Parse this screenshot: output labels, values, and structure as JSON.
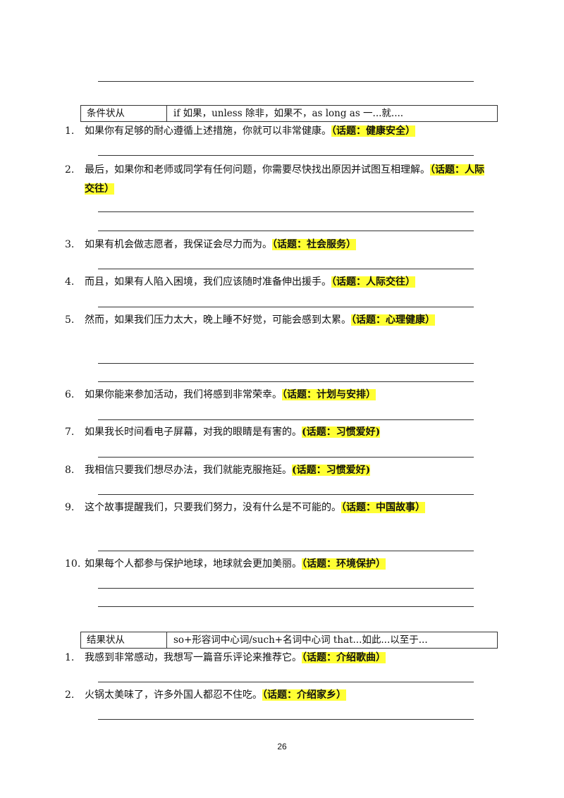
{
  "section1": {
    "header_label": "条件状从",
    "header_value": "if 如果，unless 除非，如果不，as long as  一...就....",
    "items": [
      {
        "num": "1.",
        "text": "如果你有足够的耐心遵循上述措施，你就可以非常健康。",
        "tag": "（话题：健康安全）"
      },
      {
        "num": "2.",
        "text": "最后，如果你和老师或同学有任何问题，你需要尽快找出原因并试图互相理解。",
        "tag": "（话题：人际交往）"
      },
      {
        "num": "3.",
        "text": "如果有机会做志愿者，我保证会尽力而为。",
        "tag": "（话题：社会服务）"
      },
      {
        "num": "4.",
        "text": "而且，如果有人陷入困境，我们应该随时准备伸出援手。",
        "tag": "（话题：人际交往）"
      },
      {
        "num": "5.",
        "text": "然而，如果我们压力太大，晚上睡不好觉，可能会感到太累。",
        "tag": "（话题：心理健康）"
      },
      {
        "num": "6.",
        "text": "如果你能来参加活动，我们将感到非常荣幸。",
        "tag": "（话题：计划与安排）"
      },
      {
        "num": "7.",
        "text": "如果我长时间看电子屏幕，对我的眼睛是有害的。",
        "tag": "(话题：习惯爱好)"
      },
      {
        "num": "8.",
        "text": "我相信只要我们想尽办法，我们就能克服拖延。",
        "tag": "(话题：习惯爱好)"
      },
      {
        "num": "9.",
        "text": "这个故事提醒我们，只要我们努力，没有什么是不可能的。",
        "tag": "（话题：中国故事）"
      },
      {
        "num": "10.",
        "text": "如果每个人都参与保护地球，地球就会更加美丽。",
        "tag": "（话题：环境保护）"
      }
    ]
  },
  "section2": {
    "header_label": "结果状从",
    "header_value": "so+形容词中心词/such+名词中心词  that...如此...以至于...",
    "items": [
      {
        "num": "1.",
        "text": "我感到非常感动，我想写一篇音乐评论来推荐它。",
        "tag": "（话题：介绍歌曲）"
      },
      {
        "num": "2.",
        "text": "火锅太美味了，许多外国人都忍不住吃。",
        "tag": "（话题：介绍家乡）"
      }
    ]
  },
  "page_number": "26"
}
